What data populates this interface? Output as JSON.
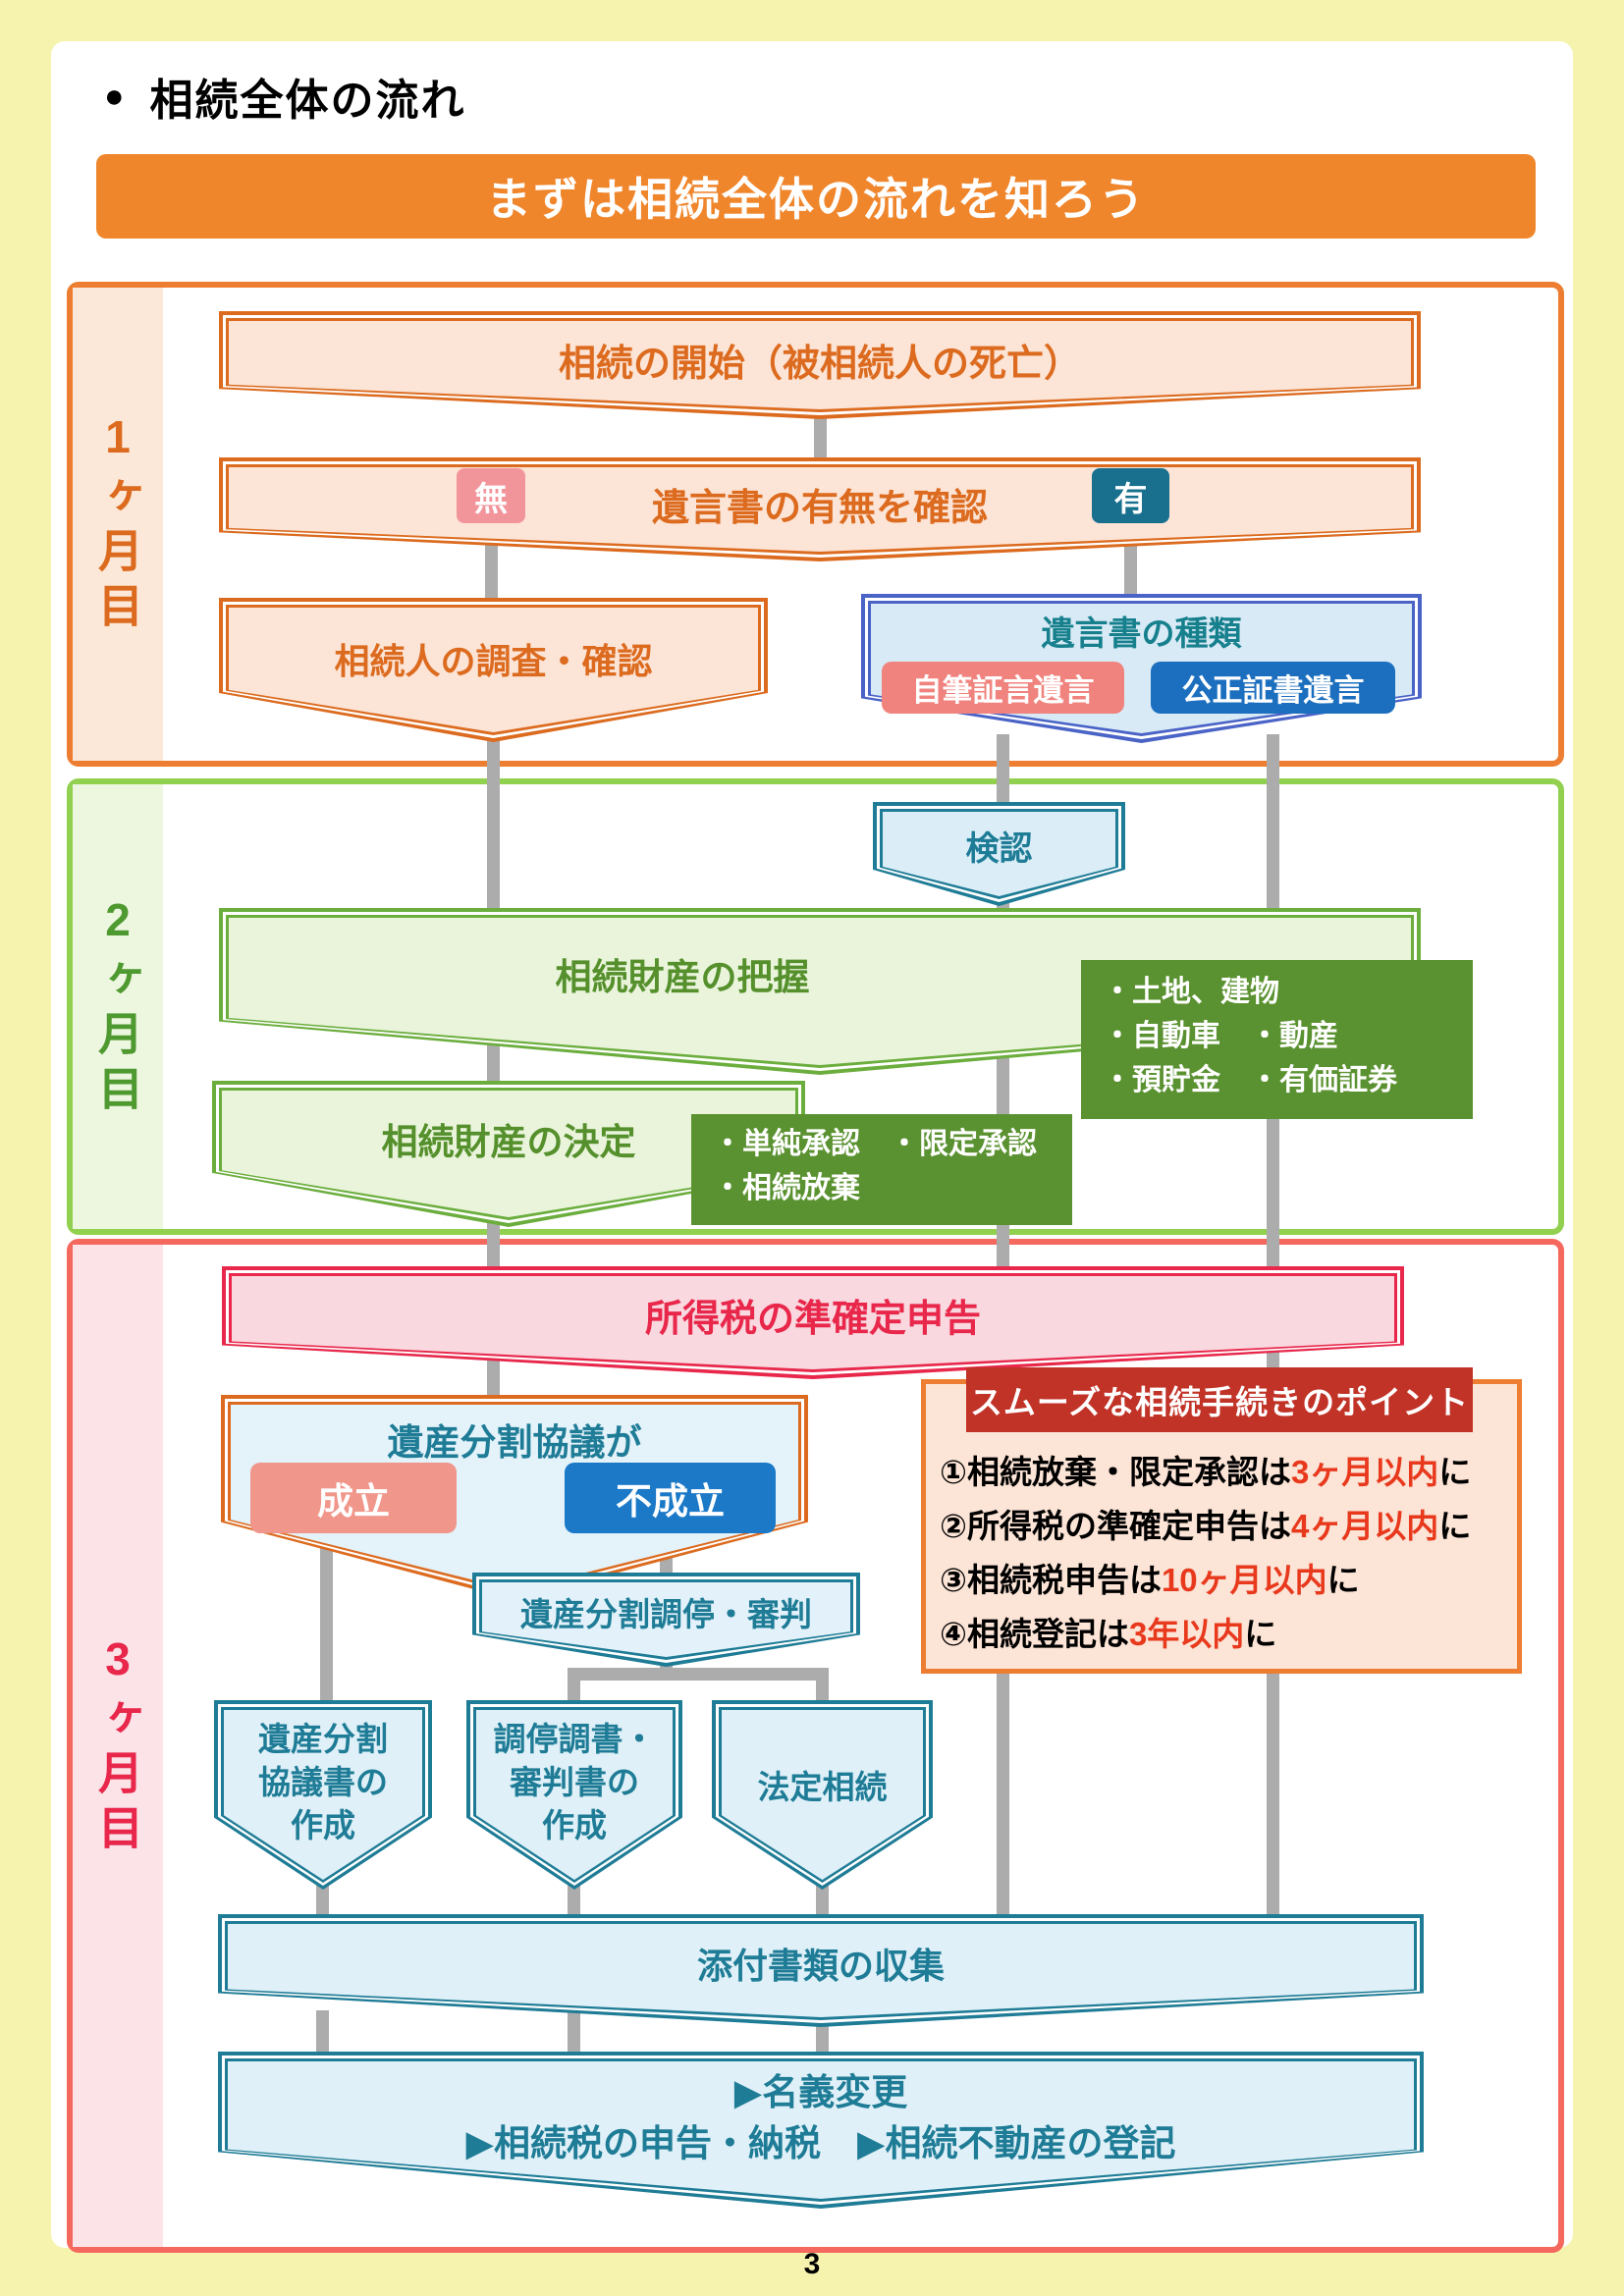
{
  "page": {
    "bullet": "●",
    "title": "相続全体の流れ",
    "banner": "まずは相続全体の流れを知ろう",
    "page_number": "3"
  },
  "sections": {
    "month1": {
      "label": "1ヶ月目"
    },
    "month2": {
      "label": "2ヶ月目"
    },
    "month3": {
      "label": "3ヶ月目"
    }
  },
  "nodes": {
    "start": "相続の開始（被相続人の死亡）",
    "will_check": "遺言書の有無を確認",
    "will_none": "無",
    "will_exists": "有",
    "heir_investigation": "相続人の調査・確認",
    "will_types": {
      "title": "遺言書の種類",
      "holographic": "自筆証言遺言",
      "notarized": "公正証書遺言"
    },
    "probate": "検認",
    "estate_grasp": "相続財産の把握",
    "estate_examples": {
      "line1": "・土地、建物",
      "line2": "・自動車　・動産",
      "line3": "・預貯金　・有価証券"
    },
    "estate_decision": "相続財産の決定",
    "decision_options": {
      "line1": "・単純承認　・限定承認",
      "line2": "・相続放棄"
    },
    "income_tax_return": "所得税の準確定申告",
    "division_council": {
      "title": "遺産分割協議が",
      "agreed": "成立",
      "not_agreed": "不成立"
    },
    "points": {
      "title": "スムーズな相続手続きのポイント",
      "item1": {
        "pre": "①相続放棄・限定承認は",
        "em": "3ヶ月以内",
        "post": "に"
      },
      "item2": {
        "pre": "②所得税の準確定申告は",
        "em": "4ヶ月以内",
        "post": "に"
      },
      "item3": {
        "pre": "③相続税申告は",
        "em": "10ヶ月以内",
        "post": "に"
      },
      "item4": {
        "pre": "④相続登記は",
        "em": "3年以内",
        "post": "に"
      }
    },
    "mediation": "遺産分割調停・審判",
    "agreement_doc": {
      "line1": "遺産分割",
      "line2": "協議書の",
      "line3": "作成"
    },
    "mediation_doc": {
      "line1": "調停調書・",
      "line2": "審判書の",
      "line3": "作成"
    },
    "statutory": "法定相続",
    "attachments": "添付書類の収集",
    "final_steps": {
      "line1": "▶名義変更",
      "line2": "▶相続税の申告・納税　▶相続不動産の登記"
    }
  },
  "colors": {
    "accent_orange": "#ED7D31",
    "banner_orange": "#F0862C",
    "section_green": "#92D050",
    "section_coral": "#F4685E",
    "crimson": "#E8274B",
    "teal": "#1F7C96",
    "badge_blue": "#1C6FBF",
    "badge_salmon": "#F0837E",
    "dark_green_box": "#5B9231",
    "points_header_red": "#C13227",
    "highlight_red": "#E8391D",
    "connector_gray": "#ACACAC"
  }
}
